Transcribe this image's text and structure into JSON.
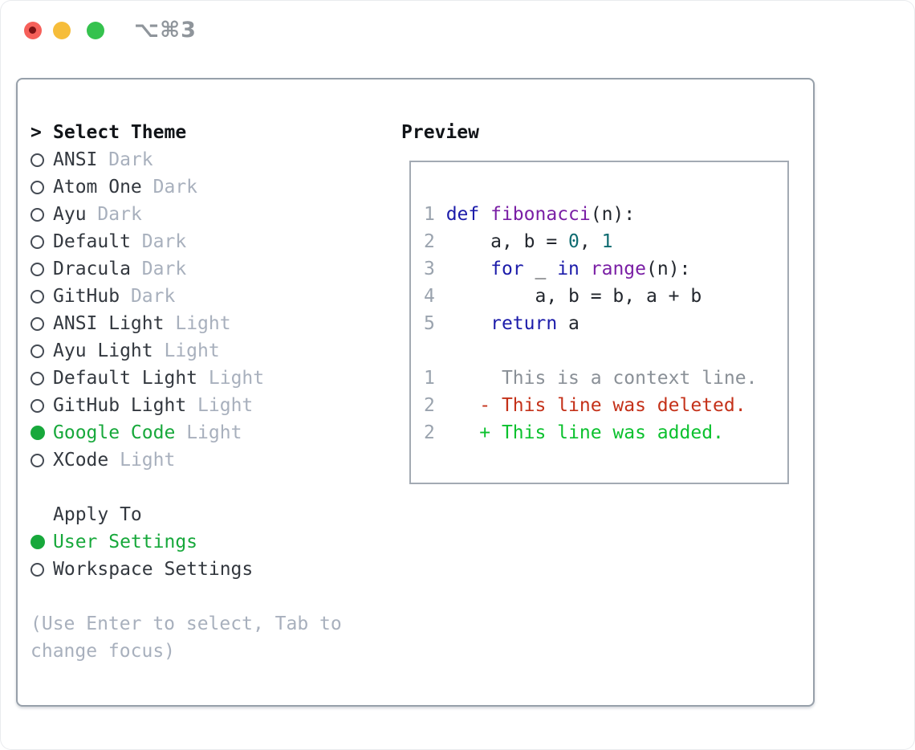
{
  "window": {
    "title": "⌥⌘3"
  },
  "colors": {
    "traffic-red": "#f6605a",
    "traffic-red-dot": "#7c1214",
    "traffic-yellow": "#f6bd3a",
    "traffic-green": "#35c24e",
    "title-gray": "#8f959b",
    "panel-border": "#97a0aa",
    "preview-border": "#a3aab3",
    "header-black": "#111418",
    "text-dark": "#33383f",
    "gray-muted": "#a8b0bd",
    "ring-gray": "#454b54",
    "green-selected": "#17a83b",
    "green-added": "#0bc12e",
    "red-deleted": "#c43119",
    "kw-blue": "#1c1caa",
    "fn-purple": "#7a1fa5",
    "num-teal": "#0e6b70",
    "lineno-gray": "#9aa3ae",
    "ctx-gray": "#8a9097",
    "code-plain": "#23272e"
  },
  "theme_picker": {
    "header_marker": ">",
    "header_label": "Select Theme",
    "items": [
      {
        "name": "ANSI",
        "variant": "Dark",
        "selected": false
      },
      {
        "name": "Atom One",
        "variant": "Dark",
        "selected": false
      },
      {
        "name": "Ayu",
        "variant": "Dark",
        "selected": false
      },
      {
        "name": "Default",
        "variant": "Dark",
        "selected": false
      },
      {
        "name": "Dracula",
        "variant": "Dark",
        "selected": false
      },
      {
        "name": "GitHub",
        "variant": "Dark",
        "selected": false
      },
      {
        "name": "ANSI Light",
        "variant": "Light",
        "selected": false
      },
      {
        "name": "Ayu Light",
        "variant": "Light",
        "selected": false
      },
      {
        "name": "Default Light",
        "variant": "Light",
        "selected": false
      },
      {
        "name": "GitHub Light",
        "variant": "Light",
        "selected": false
      },
      {
        "name": "Google Code",
        "variant": "Light",
        "selected": true
      },
      {
        "name": "XCode",
        "variant": "Light",
        "selected": false
      }
    ]
  },
  "apply_to": {
    "label": "Apply To",
    "options": [
      {
        "label": "User Settings",
        "selected": true
      },
      {
        "label": "Workspace Settings",
        "selected": false
      }
    ]
  },
  "help": {
    "line1": "(Use Enter to select, Tab to",
    "line2": "change focus)"
  },
  "preview": {
    "label": "Preview",
    "lines": [
      [
        [
          "ln",
          "1 "
        ],
        [
          "kw",
          "def"
        ],
        [
          "pl",
          " "
        ],
        [
          "fn",
          "fibonacci"
        ],
        [
          "pl",
          "(n):"
        ]
      ],
      [
        [
          "ln",
          "2 "
        ],
        [
          "pl",
          "    a, b = "
        ],
        [
          "num",
          "0"
        ],
        [
          "pl",
          ", "
        ],
        [
          "num",
          "1"
        ]
      ],
      [
        [
          "ln",
          "3 "
        ],
        [
          "pl",
          "    "
        ],
        [
          "kw",
          "for"
        ],
        [
          "pl",
          " _ "
        ],
        [
          "kw",
          "in"
        ],
        [
          "pl",
          " "
        ],
        [
          "fn",
          "range"
        ],
        [
          "pl",
          "(n):"
        ]
      ],
      [
        [
          "ln",
          "4 "
        ],
        [
          "pl",
          "        a, b = b, a + b"
        ]
      ],
      [
        [
          "ln",
          "5 "
        ],
        [
          "pl",
          "    "
        ],
        [
          "kw",
          "return"
        ],
        [
          "pl",
          " a"
        ]
      ],
      [],
      [
        [
          "ln",
          "1 "
        ],
        [
          "ctx",
          "     This is a context line."
        ]
      ],
      [
        [
          "ln",
          "2 "
        ],
        [
          "del",
          "   - This line was deleted."
        ]
      ],
      [
        [
          "ln",
          "2 "
        ],
        [
          "add",
          "   + This line was added."
        ]
      ]
    ]
  }
}
